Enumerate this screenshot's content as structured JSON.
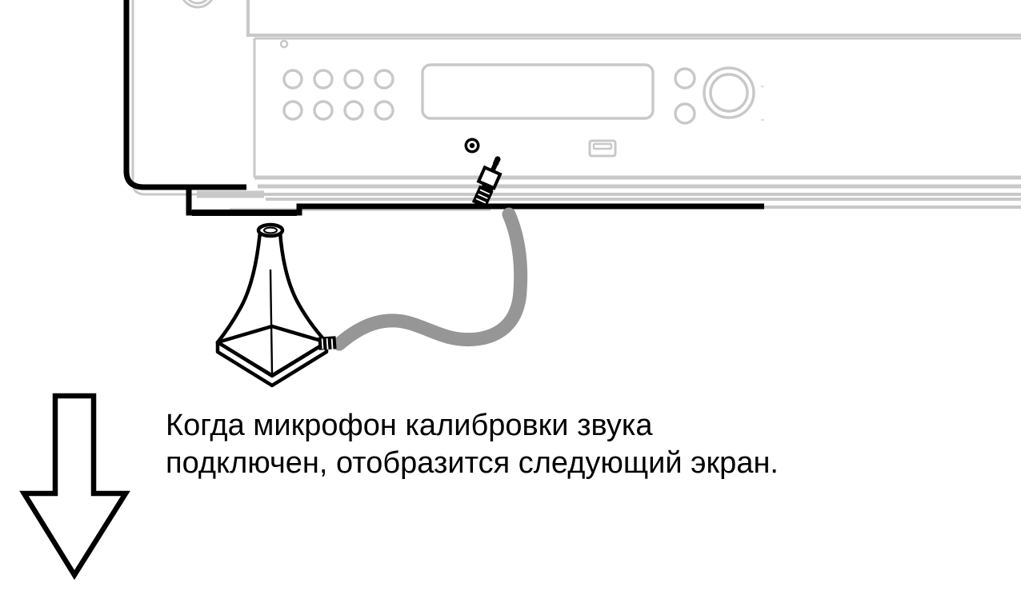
{
  "page": {
    "background_color": "#ffffff",
    "type": "instruction-illustration"
  },
  "illustration": {
    "name": "av-receiver-front-panel-with-calibration-microphone",
    "device": {
      "label": "av-receiver",
      "outline_color": "#000000",
      "panel_line_color": "#c8c8c8",
      "parts": [
        {
          "name": "side-panel",
          "label": "left side panel"
        },
        {
          "name": "front-panel",
          "label": "front panel"
        },
        {
          "name": "display-window",
          "label": "display window"
        },
        {
          "name": "volume-knob",
          "label": "volume knob"
        },
        {
          "name": "small-knob",
          "label": "small knob"
        },
        {
          "name": "round-button",
          "label": "round button",
          "count": 8
        },
        {
          "name": "usb-port",
          "label": "USB port"
        },
        {
          "name": "setup-mic-jack",
          "label": "SETUP MIC jack"
        },
        {
          "name": "foot",
          "label": "cabinet foot"
        }
      ]
    },
    "microphone": {
      "label": "sound calibration microphone",
      "body_color": "#ffffff",
      "outline_color": "#000000"
    },
    "cable": {
      "label": "microphone cable",
      "color": "#969696"
    },
    "plug": {
      "label": "3.5 mm stereo mini plug",
      "color": "#000000"
    },
    "arrow": {
      "label": "down arrow",
      "direction": "down",
      "fill": "#ffffff",
      "stroke": "#000000"
    }
  },
  "caption": {
    "text": "Когда микрофон калибровки звука\nподключен, отобразится следующий экран.",
    "line1": "Когда микрофон калибровки звука",
    "line2": "подключен, отобразится следующий экран.",
    "color": "#000000"
  }
}
